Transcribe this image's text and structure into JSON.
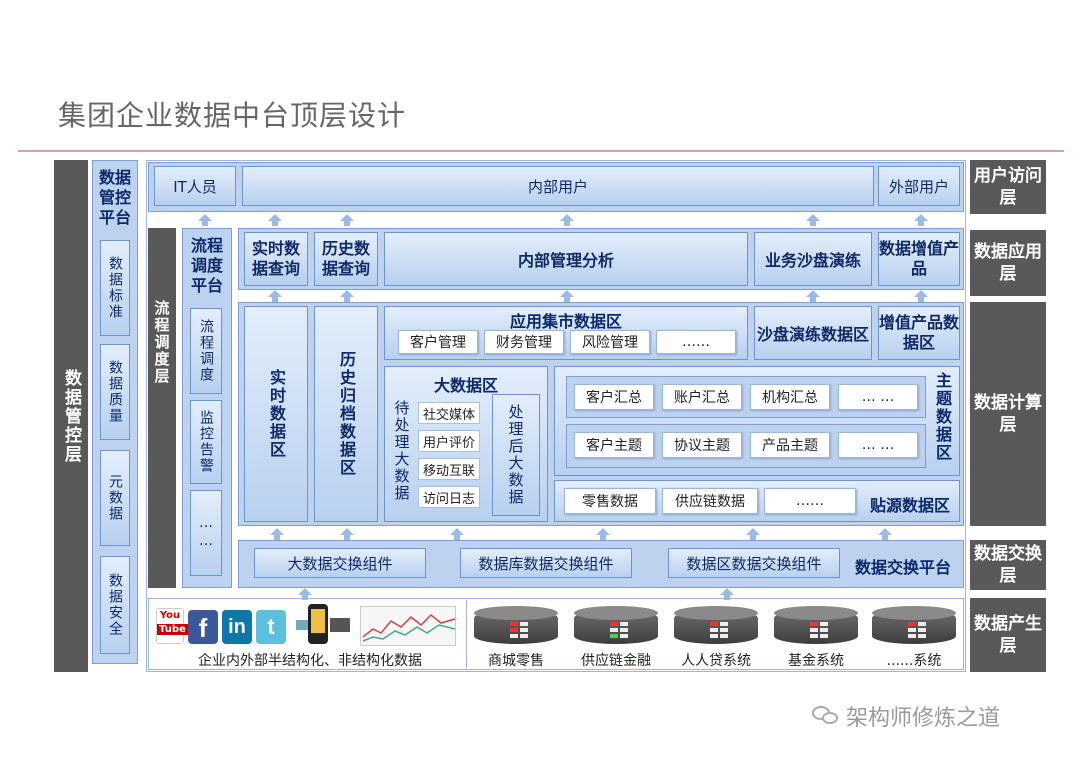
{
  "title": "集团企业数据中台顶层设计",
  "left_layer": "数据管控层",
  "governance_platform": {
    "title": "数据管控平台",
    "items": [
      "数据标准",
      "数据质量",
      "元数据",
      "数据安全"
    ]
  },
  "scheduling_layer": "流程调度层",
  "scheduling_platform": {
    "title": "流程调度平台",
    "items": [
      "流程调度",
      "监控告警",
      "……"
    ]
  },
  "layers": {
    "user": "用户访问层",
    "app": "数据应用层",
    "compute": "数据计算层",
    "exchange": "数据交换层",
    "source": "数据产生层"
  },
  "user_row": {
    "it": "IT人员",
    "internal": "内部用户",
    "external": "外部用户"
  },
  "app_row": {
    "realtime_query": "实时数据查询",
    "history_query": "历史数据查询",
    "internal_analysis": "内部管理分析",
    "sandbox": "业务沙盘演练",
    "value_added": "数据增值产品"
  },
  "compute": {
    "realtime_zone": "实时数据区",
    "history_zone": "历史归档数据区",
    "mart": {
      "title": "应用集市数据区",
      "items": [
        "客户管理",
        "财务管理",
        "风险管理",
        "……"
      ]
    },
    "sandbox_zone": "沙盘演练数据区",
    "value_zone": "增值产品数据区",
    "bigdata": {
      "title": "大数据区",
      "pending": "待处理大数据",
      "processed": "处理后大数据",
      "items": [
        "社交媒体",
        "用户评价",
        "移动互联",
        "访问日志"
      ]
    },
    "theme": {
      "title": "主题数据区",
      "row1": [
        "客户汇总",
        "账户汇总",
        "机构汇总",
        "… …"
      ],
      "row2": [
        "客户主题",
        "协议主题",
        "产品主题",
        "… …"
      ]
    },
    "source_zone": {
      "title": "贴源数据区",
      "items": [
        "零售数据",
        "供应链数据",
        "……"
      ]
    }
  },
  "exchange": {
    "title": "数据交换平台",
    "items": [
      "大数据交换组件",
      "数据库数据交换组件",
      "数据区数据交换组件"
    ]
  },
  "source": {
    "left_caption": "企业内外部半结构化、非结构化数据",
    "systems": [
      "商城零售",
      "供应链金融",
      "人人贷系统",
      "基金系统",
      "......系统"
    ],
    "icons": [
      "youtube-icon",
      "facebook-icon",
      "linkedin-icon",
      "twitter-icon",
      "mobile-device-icon",
      "chart-thumbnail-icon"
    ]
  },
  "watermark": "架构师修炼之道"
}
